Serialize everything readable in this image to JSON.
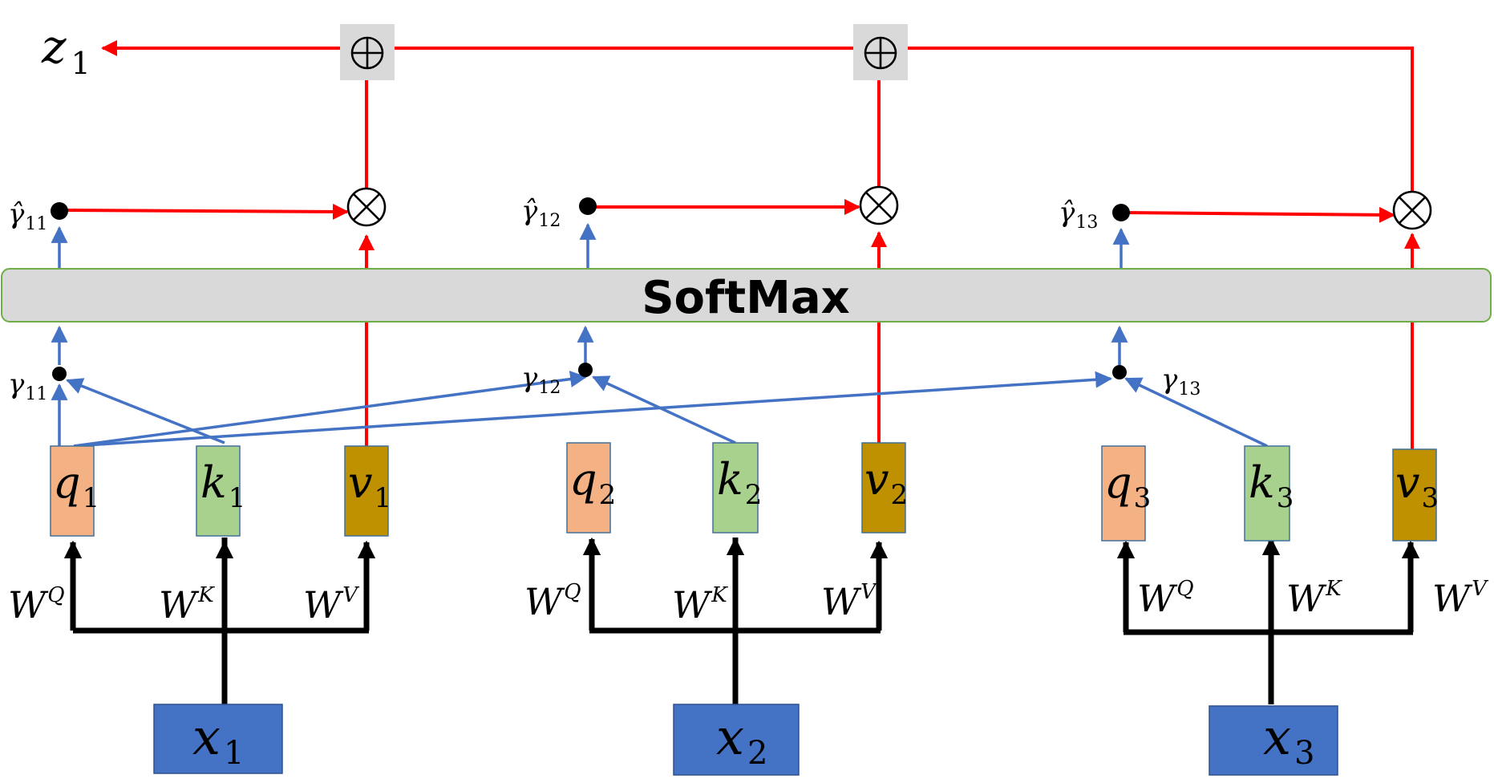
{
  "softmax": {
    "label": "SoftMax"
  },
  "output": {
    "symbol": "z",
    "sub": "1"
  },
  "columns": [
    {
      "x": {
        "symbol": "x",
        "sub": "1"
      },
      "q": {
        "symbol": "q",
        "sub": "1"
      },
      "k": {
        "symbol": "k",
        "sub": "1"
      },
      "v": {
        "symbol": "v",
        "sub": "1"
      },
      "wq": {
        "symbol": "W",
        "sup": "Q"
      },
      "wk": {
        "symbol": "W",
        "sup": "K"
      },
      "wv": {
        "symbol": "W",
        "sup": "V"
      },
      "gamma": {
        "symbol": "γ",
        "sub": "11"
      },
      "gamma_hat": {
        "symbol": "γ̂",
        "sub": "11"
      }
    },
    {
      "x": {
        "symbol": "x",
        "sub": "2"
      },
      "q": {
        "symbol": "q",
        "sub": "2"
      },
      "k": {
        "symbol": "k",
        "sub": "2"
      },
      "v": {
        "symbol": "v",
        "sub": "2"
      },
      "wq": {
        "symbol": "W",
        "sup": "Q"
      },
      "wk": {
        "symbol": "W",
        "sup": "K"
      },
      "wv": {
        "symbol": "W",
        "sup": "V"
      },
      "gamma": {
        "symbol": "γ",
        "sub": "12"
      },
      "gamma_hat": {
        "symbol": "γ̂",
        "sub": "12"
      }
    },
    {
      "x": {
        "symbol": "x",
        "sub": "3"
      },
      "q": {
        "symbol": "q",
        "sub": "3"
      },
      "k": {
        "symbol": "k",
        "sub": "3"
      },
      "v": {
        "symbol": "v",
        "sub": "3"
      },
      "wq": {
        "symbol": "W",
        "sup": "Q"
      },
      "wk": {
        "symbol": "W",
        "sup": "K"
      },
      "wv": {
        "symbol": "W",
        "sup": "V"
      },
      "gamma": {
        "symbol": "γ",
        "sub": "13"
      },
      "gamma_hat": {
        "symbol": "γ̂",
        "sub": "13"
      }
    }
  ],
  "operators": {
    "sum": "⊕",
    "product": "⊗"
  },
  "colors": {
    "input_box": "#4472c4",
    "query_box": "#f4b183",
    "key_box": "#a9d18e",
    "value_box": "#bf9000",
    "softmax_fill": "#d9d9d9",
    "softmax_border": "#70ad47",
    "red_path": "#ff0000",
    "blue_path": "#4472c4",
    "black_path": "#000000",
    "sum_box": "#d9d9d9"
  }
}
